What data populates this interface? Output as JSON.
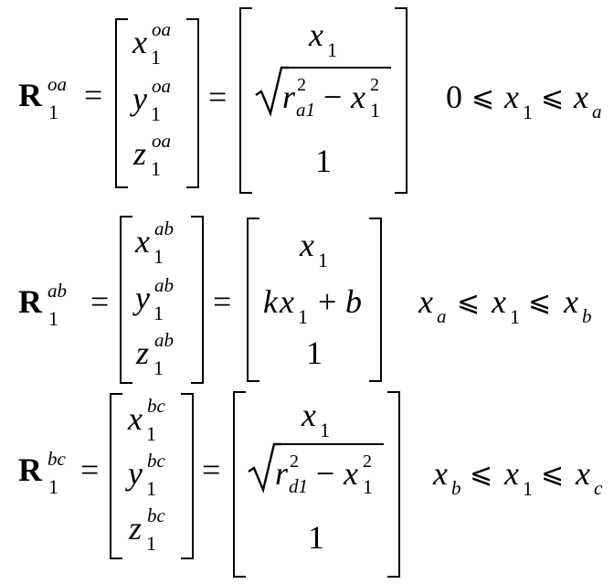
{
  "equations": [
    {
      "lhs": "R",
      "lhs_sub": "1",
      "lhs_sup": "oa",
      "eq1": "=",
      "vec": [
        {
          "base": "x",
          "sub": "1",
          "sup": "oa"
        },
        {
          "base": "y",
          "sub": "1",
          "sup": "oa"
        },
        {
          "base": "z",
          "sub": "1",
          "sup": "oa"
        }
      ],
      "eq2": "=",
      "rhs_top": {
        "base": "x",
        "sub": "1"
      },
      "rhs_mid": {
        "kind": "sqrt",
        "r": "r",
        "r_sub": "a1",
        "r_sup": "2",
        "minus": "−",
        "x": "x",
        "x_sub": "1",
        "x_sup": "2"
      },
      "rhs_bot": "1",
      "cond": {
        "left": "0",
        "rel1": "⩽",
        "var": "x",
        "var_sub": "1",
        "rel2": "⩽",
        "right": "x",
        "right_sub": "a"
      }
    },
    {
      "lhs": "R",
      "lhs_sub": "1",
      "lhs_sup": "ab",
      "eq1": "=",
      "vec": [
        {
          "base": "x",
          "sub": "1",
          "sup": "ab"
        },
        {
          "base": "y",
          "sub": "1",
          "sup": "ab"
        },
        {
          "base": "z",
          "sub": "1",
          "sup": "ab"
        }
      ],
      "eq2": "=",
      "rhs_top": {
        "base": "x",
        "sub": "1"
      },
      "rhs_mid": {
        "kind": "linear",
        "k": "k",
        "x": "x",
        "x_sub": "1",
        "plus": "+",
        "b": "b"
      },
      "rhs_bot": "1",
      "cond": {
        "left": "x",
        "left_sub": "a",
        "rel1": "⩽",
        "var": "x",
        "var_sub": "1",
        "rel2": "⩽",
        "right": "x",
        "right_sub": "b"
      }
    },
    {
      "lhs": "R",
      "lhs_sub": "1",
      "lhs_sup": "bc",
      "eq1": "=",
      "vec": [
        {
          "base": "x",
          "sub": "1",
          "sup": "bc"
        },
        {
          "base": "y",
          "sub": "1",
          "sup": "bc"
        },
        {
          "base": "z",
          "sub": "1",
          "sup": "bc"
        }
      ],
      "eq2": "=",
      "rhs_top": {
        "base": "x",
        "sub": "1"
      },
      "rhs_mid": {
        "kind": "sqrt",
        "r": "r",
        "r_sub": "d1",
        "r_sup": "2",
        "minus": "−",
        "x": "x",
        "x_sub": "1",
        "x_sup": "2"
      },
      "rhs_bot": "1",
      "cond": {
        "left": "x",
        "left_sub": "b",
        "rel1": "⩽",
        "var": "x",
        "var_sub": "1",
        "rel2": "⩽",
        "right": "x",
        "right_sub": "c"
      }
    }
  ]
}
